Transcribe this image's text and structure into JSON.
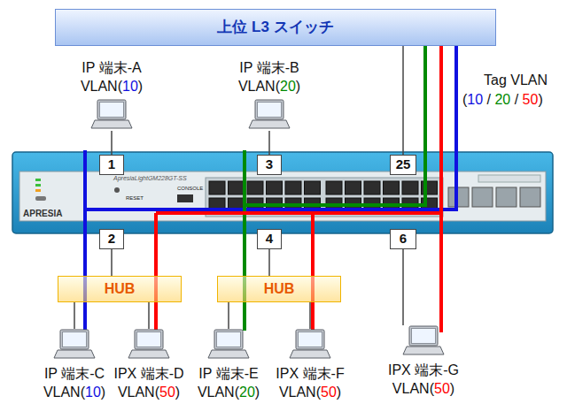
{
  "diagram": {
    "nodes": [
      {
        "text": [
          "上位 L3 スイッチ"
        ]
      },
      {
        "text": [
          "IP 端末-A",
          "VLAN(10)"
        ]
      },
      {
        "text": [
          "IP 端末-B",
          "VLAN(20)"
        ]
      },
      {
        "text": [
          "1"
        ]
      },
      {
        "text": [
          "3"
        ]
      },
      {
        "text": [
          "25"
        ]
      },
      {
        "text": [
          "2"
        ]
      },
      {
        "text": [
          "4"
        ]
      },
      {
        "text": [
          "6"
        ]
      },
      {
        "text": [
          "HUB"
        ]
      },
      {
        "text": [
          "HUB"
        ]
      },
      {
        "text": [
          "IP 端末-C",
          "VLAN(10)"
        ]
      },
      {
        "text": [
          "IPX 端末-D",
          "VLAN(50)"
        ]
      },
      {
        "text": [
          "IP 端末-E",
          "VLAN(20)"
        ]
      },
      {
        "text": [
          "IPX 端末-F",
          "VLAN(50)"
        ]
      },
      {
        "text": [
          "IPX 端末-G",
          "VLAN(50)"
        ]
      }
    ],
    "edges": [
      {
        "from": 1,
        "to": 3,
        "arrow": "none"
      },
      {
        "from": 2,
        "to": 4,
        "arrow": "none"
      },
      {
        "from": 5,
        "to": 0,
        "arrow": "none"
      },
      {
        "from": 6,
        "to": 9,
        "arrow": "none"
      },
      {
        "from": 7,
        "to": 10,
        "arrow": "none"
      },
      {
        "from": 9,
        "to": 11,
        "arrow": "none"
      },
      {
        "from": 9,
        "to": 12,
        "arrow": "none"
      },
      {
        "from": 10,
        "to": 13,
        "arrow": "none"
      },
      {
        "from": 10,
        "to": 14,
        "arrow": "none"
      },
      {
        "from": 8,
        "to": 15,
        "arrow": "none"
      }
    ],
    "labels": [
      "Tag VLAN",
      "(10 / 20 / 50)",
      "ApresiaLightGM228GT-SS",
      "APRESIA",
      "CONSOLE",
      "RESET"
    ]
  }
}
